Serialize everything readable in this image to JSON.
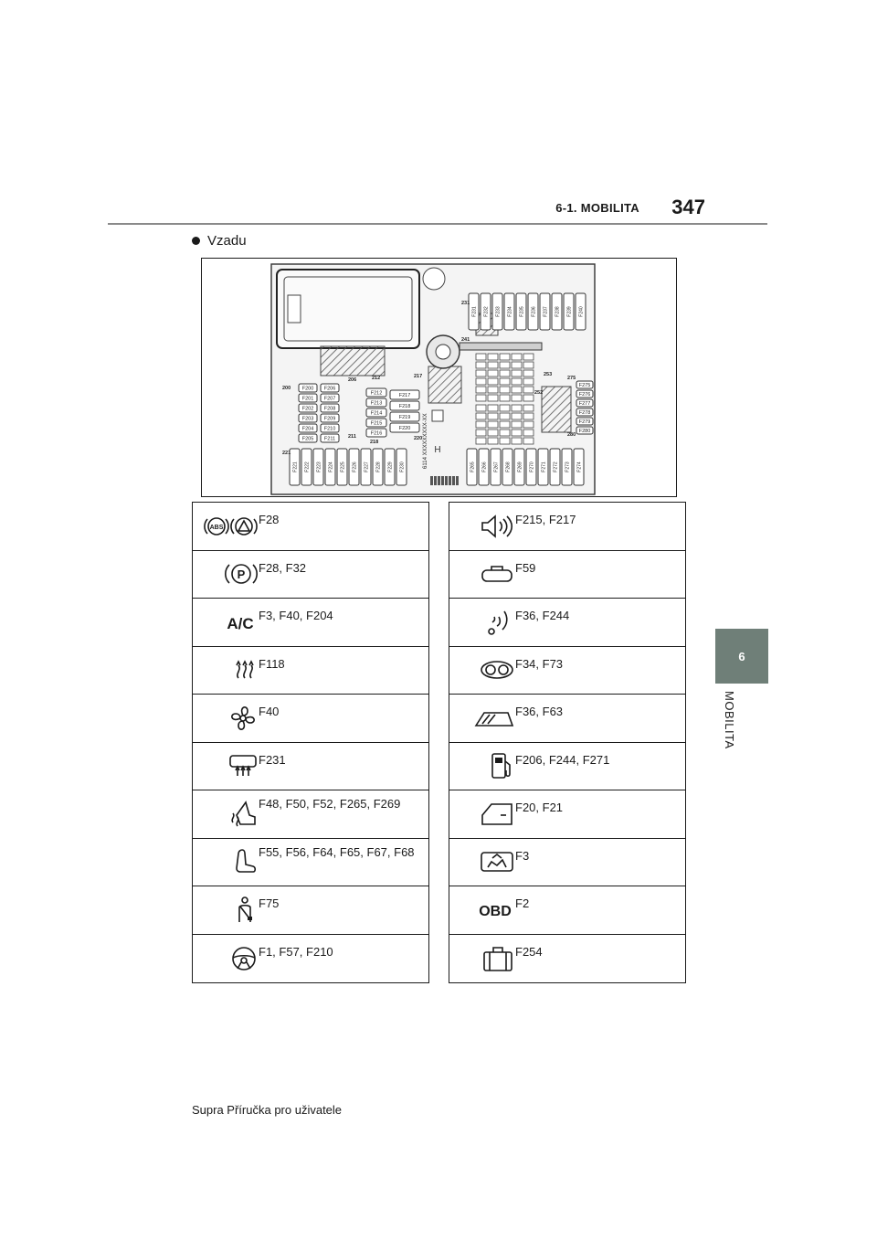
{
  "header": {
    "section_title": "6-1. MOBILITA",
    "page_number": "347"
  },
  "side_tab": {
    "chapter_number": "6",
    "chapter_label": "MOBILITA"
  },
  "subheading": "Vzadu",
  "diagram": {
    "fuse_labels_col_a": [
      "F200",
      "F201",
      "F202",
      "F203",
      "F204",
      "F205"
    ],
    "fuse_labels_col_b": [
      "F206",
      "F207",
      "F208",
      "F209",
      "F210",
      "F211"
    ],
    "fuse_labels_col_c": [
      "F212",
      "F213",
      "F214",
      "F215",
      "F216"
    ],
    "fuse_labels_col_d": [
      "F217",
      "F218",
      "F219",
      "F220"
    ],
    "fuse_labels_top_right": [
      "F231",
      "F232",
      "F233",
      "F234",
      "F235",
      "F236",
      "F237",
      "F238",
      "F239",
      "F240"
    ],
    "fuse_labels_bottom_left": [
      "F221",
      "F222",
      "F223",
      "F224",
      "F225",
      "F226",
      "F227",
      "F228",
      "F229",
      "F230"
    ],
    "fuse_labels_bottom_right": [
      "F265",
      "F266",
      "F267",
      "F268",
      "F269",
      "F270",
      "F271",
      "F272",
      "F273",
      "F274"
    ],
    "fuse_labels_far_right": [
      "F275",
      "F276",
      "F277",
      "F278",
      "F279",
      "F280"
    ],
    "area_labels": [
      "200",
      "206",
      "212",
      "217",
      "211",
      "218",
      "220",
      "221",
      "231",
      "241",
      "252",
      "253",
      "275",
      "280"
    ],
    "serial": "6114 XXXXXXXXX-XX"
  },
  "left_table": [
    {
      "icon": "abs-warning-icon",
      "fuses": "F28"
    },
    {
      "icon": "parking-brake-icon",
      "fuses": "F28, F32"
    },
    {
      "icon": "ac-icon",
      "fuses": "F3, F40, F204"
    },
    {
      "icon": "heater-icon",
      "fuses": "F118"
    },
    {
      "icon": "fan-icon",
      "fuses": "F40"
    },
    {
      "icon": "rear-defroster-icon",
      "fuses": "F231"
    },
    {
      "icon": "seat-heater-icon",
      "fuses": "F48, F50, F52, F265, F269"
    },
    {
      "icon": "seat-adjust-icon",
      "fuses": "F55, F56, F64, F65, F67, F68"
    },
    {
      "icon": "seatbelt-icon",
      "fuses": "F75"
    },
    {
      "icon": "steering-wheel-icon",
      "fuses": "F1, F57, F210"
    }
  ],
  "right_table": [
    {
      "icon": "speaker-icon",
      "fuses": "F215, F217"
    },
    {
      "icon": "interior-light-icon",
      "fuses": "F59"
    },
    {
      "icon": "wireless-icon",
      "fuses": "F36, F244"
    },
    {
      "icon": "instrument-cluster-icon",
      "fuses": "F34, F73"
    },
    {
      "icon": "roof-icon",
      "fuses": "F36, F63"
    },
    {
      "icon": "fuel-pump-icon",
      "fuses": "F206, F244, F271"
    },
    {
      "icon": "door-icon",
      "fuses": "F20, F21"
    },
    {
      "icon": "camera-icon",
      "fuses": "F3"
    },
    {
      "icon": "obd-icon",
      "fuses": "F2"
    },
    {
      "icon": "luggage-icon",
      "fuses": "F254"
    }
  ],
  "footer": "Supra Příručka pro uživatele"
}
